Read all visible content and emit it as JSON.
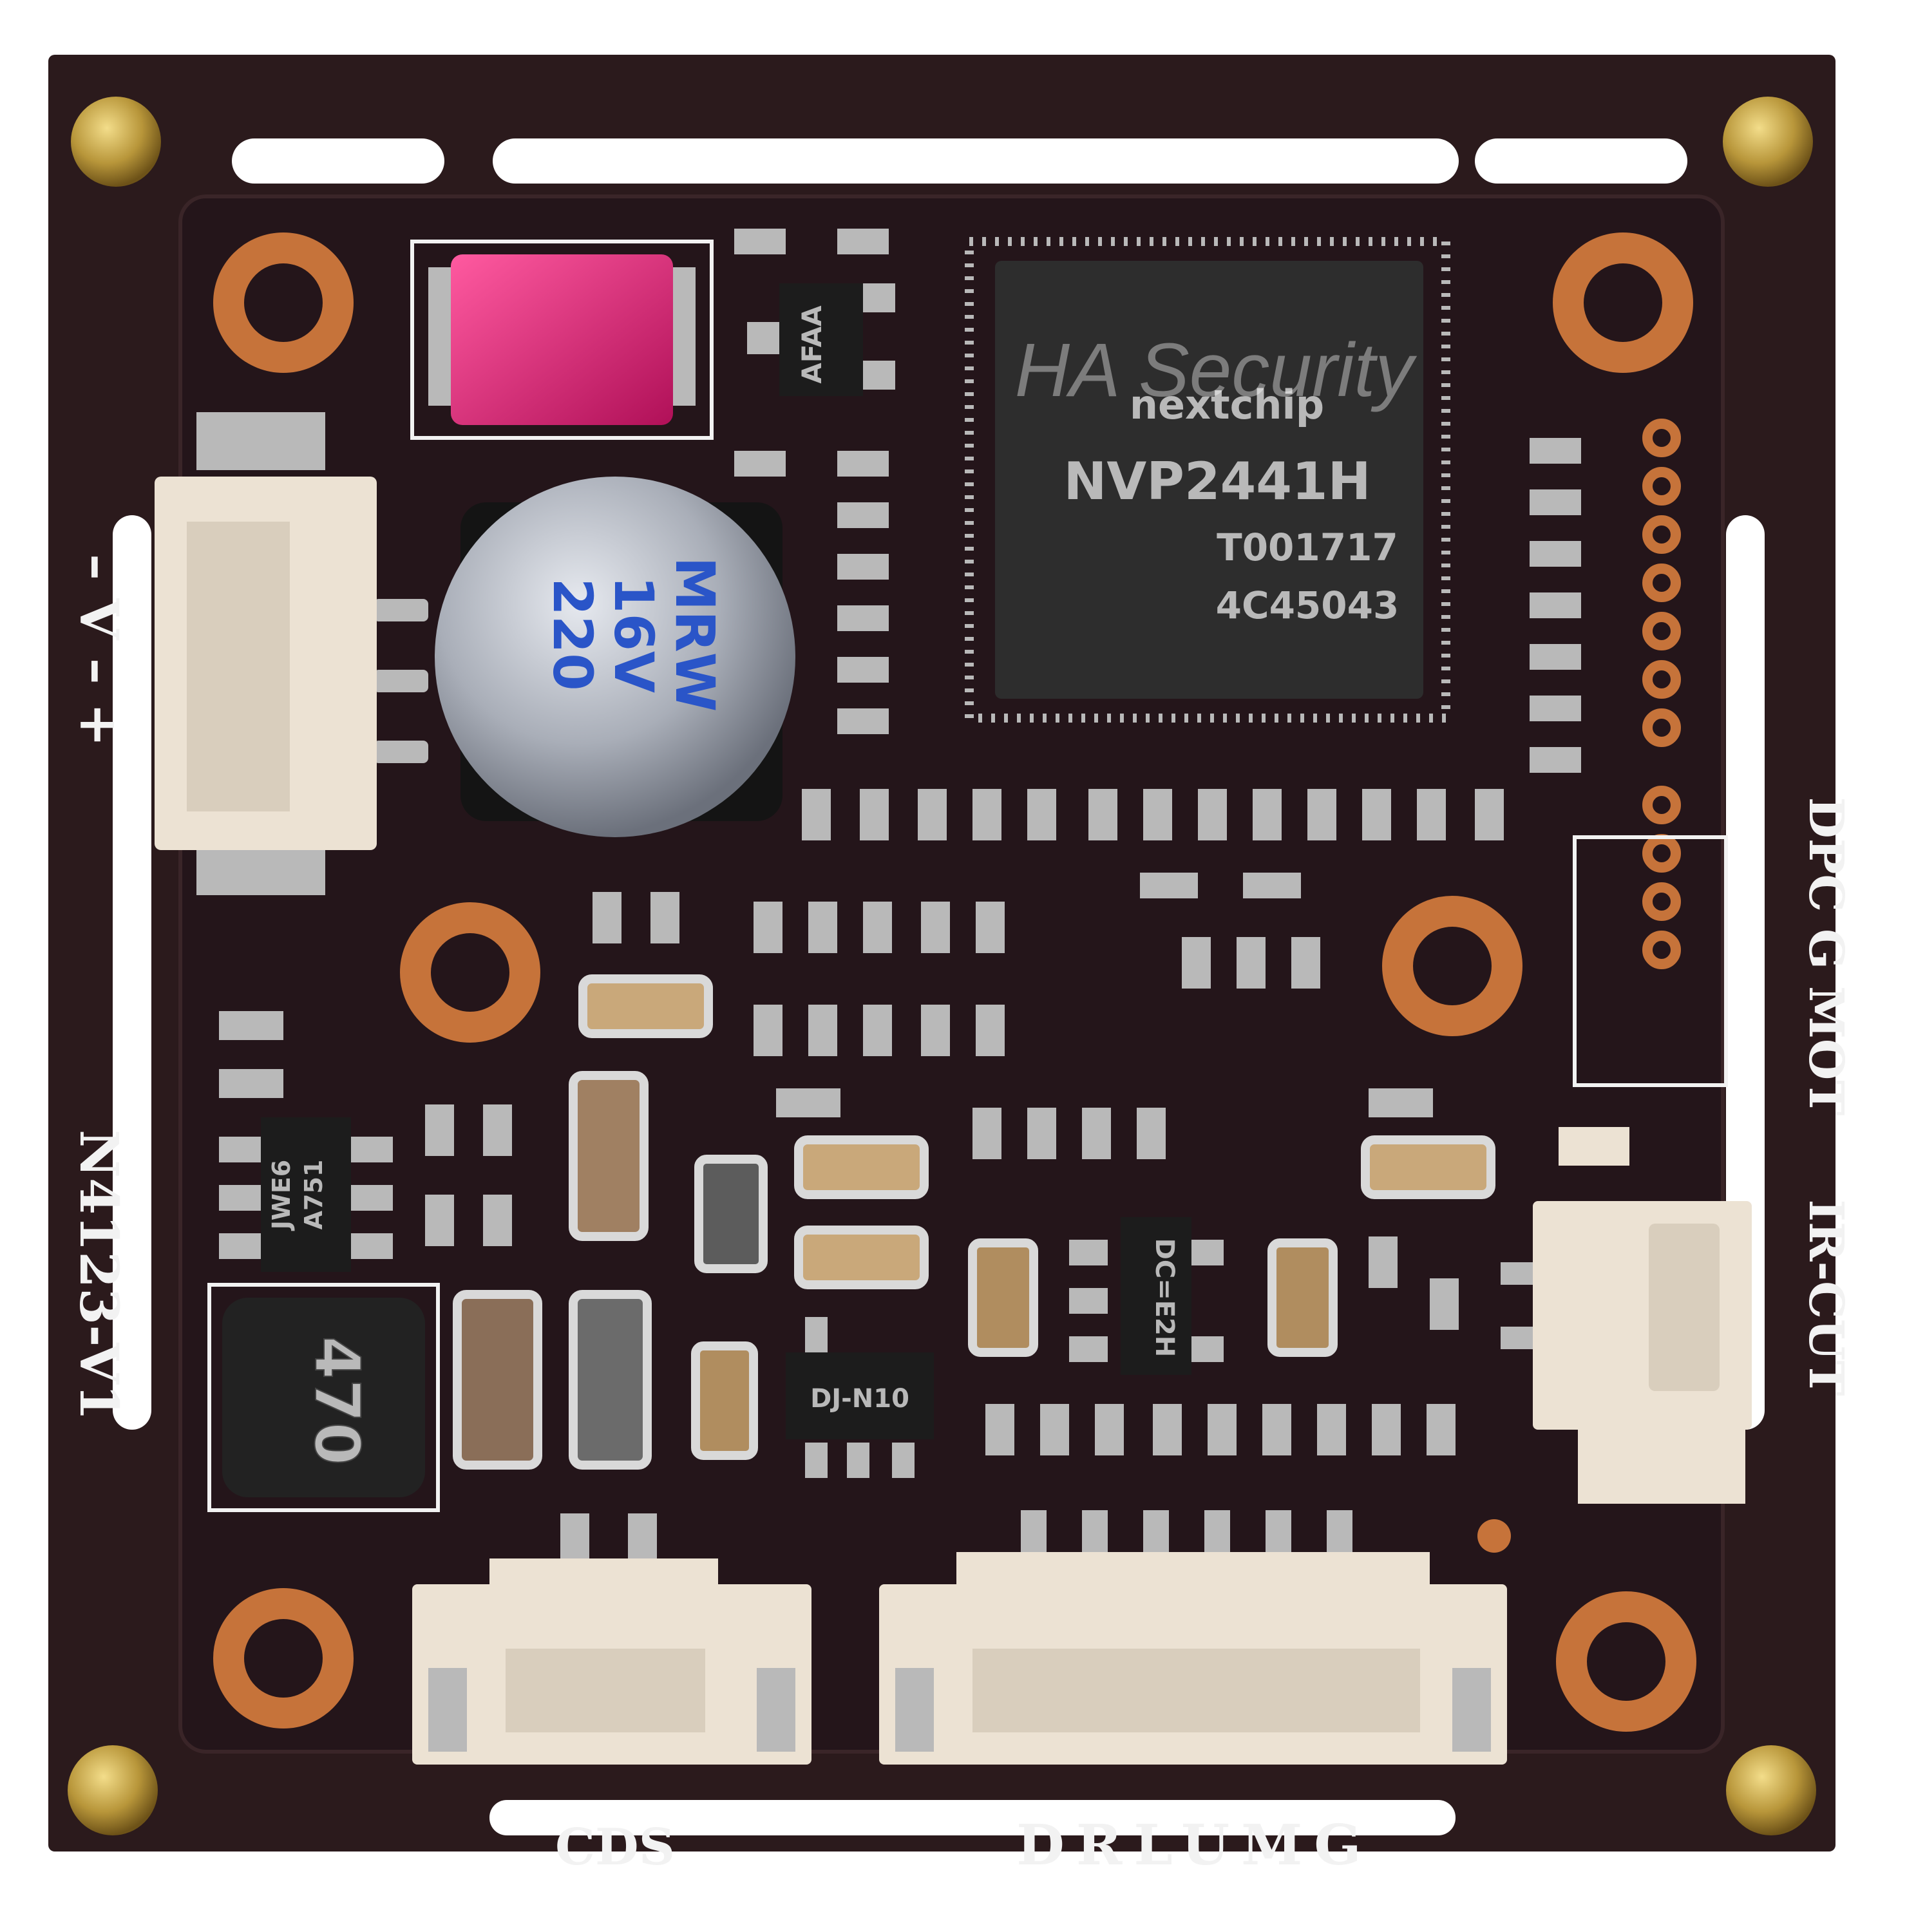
{
  "watermark": "HA Security",
  "chip": {
    "brand": "nextchip",
    "model": "NVP2441H",
    "line1": "T001717",
    "line2": "4C45043"
  },
  "regulator_top": {
    "mark": "AFAA"
  },
  "capacitor": {
    "line1": "MRW",
    "line2": "16V",
    "line3": "220"
  },
  "inductor": {
    "mark": "470"
  },
  "mosfet": {
    "line1": "JWE6",
    "line2": "A751"
  },
  "ic_dc": {
    "mark": "DC=E2H"
  },
  "ic_dj": {
    "mark": "DJ-N10"
  },
  "silkscreen": {
    "power_left": "– V – +",
    "model": "N4123-V1",
    "right_labels": "DPC G MOT",
    "ir_cut": "IR-CUT",
    "cds": "CDS",
    "drlumg": "DRLUMG"
  },
  "colors": {
    "board": "#2b1a1c",
    "copper": "#c6733a",
    "connector": "#ece2d3",
    "pink_cap": "#d21f6c",
    "brass": "#b8963a"
  }
}
